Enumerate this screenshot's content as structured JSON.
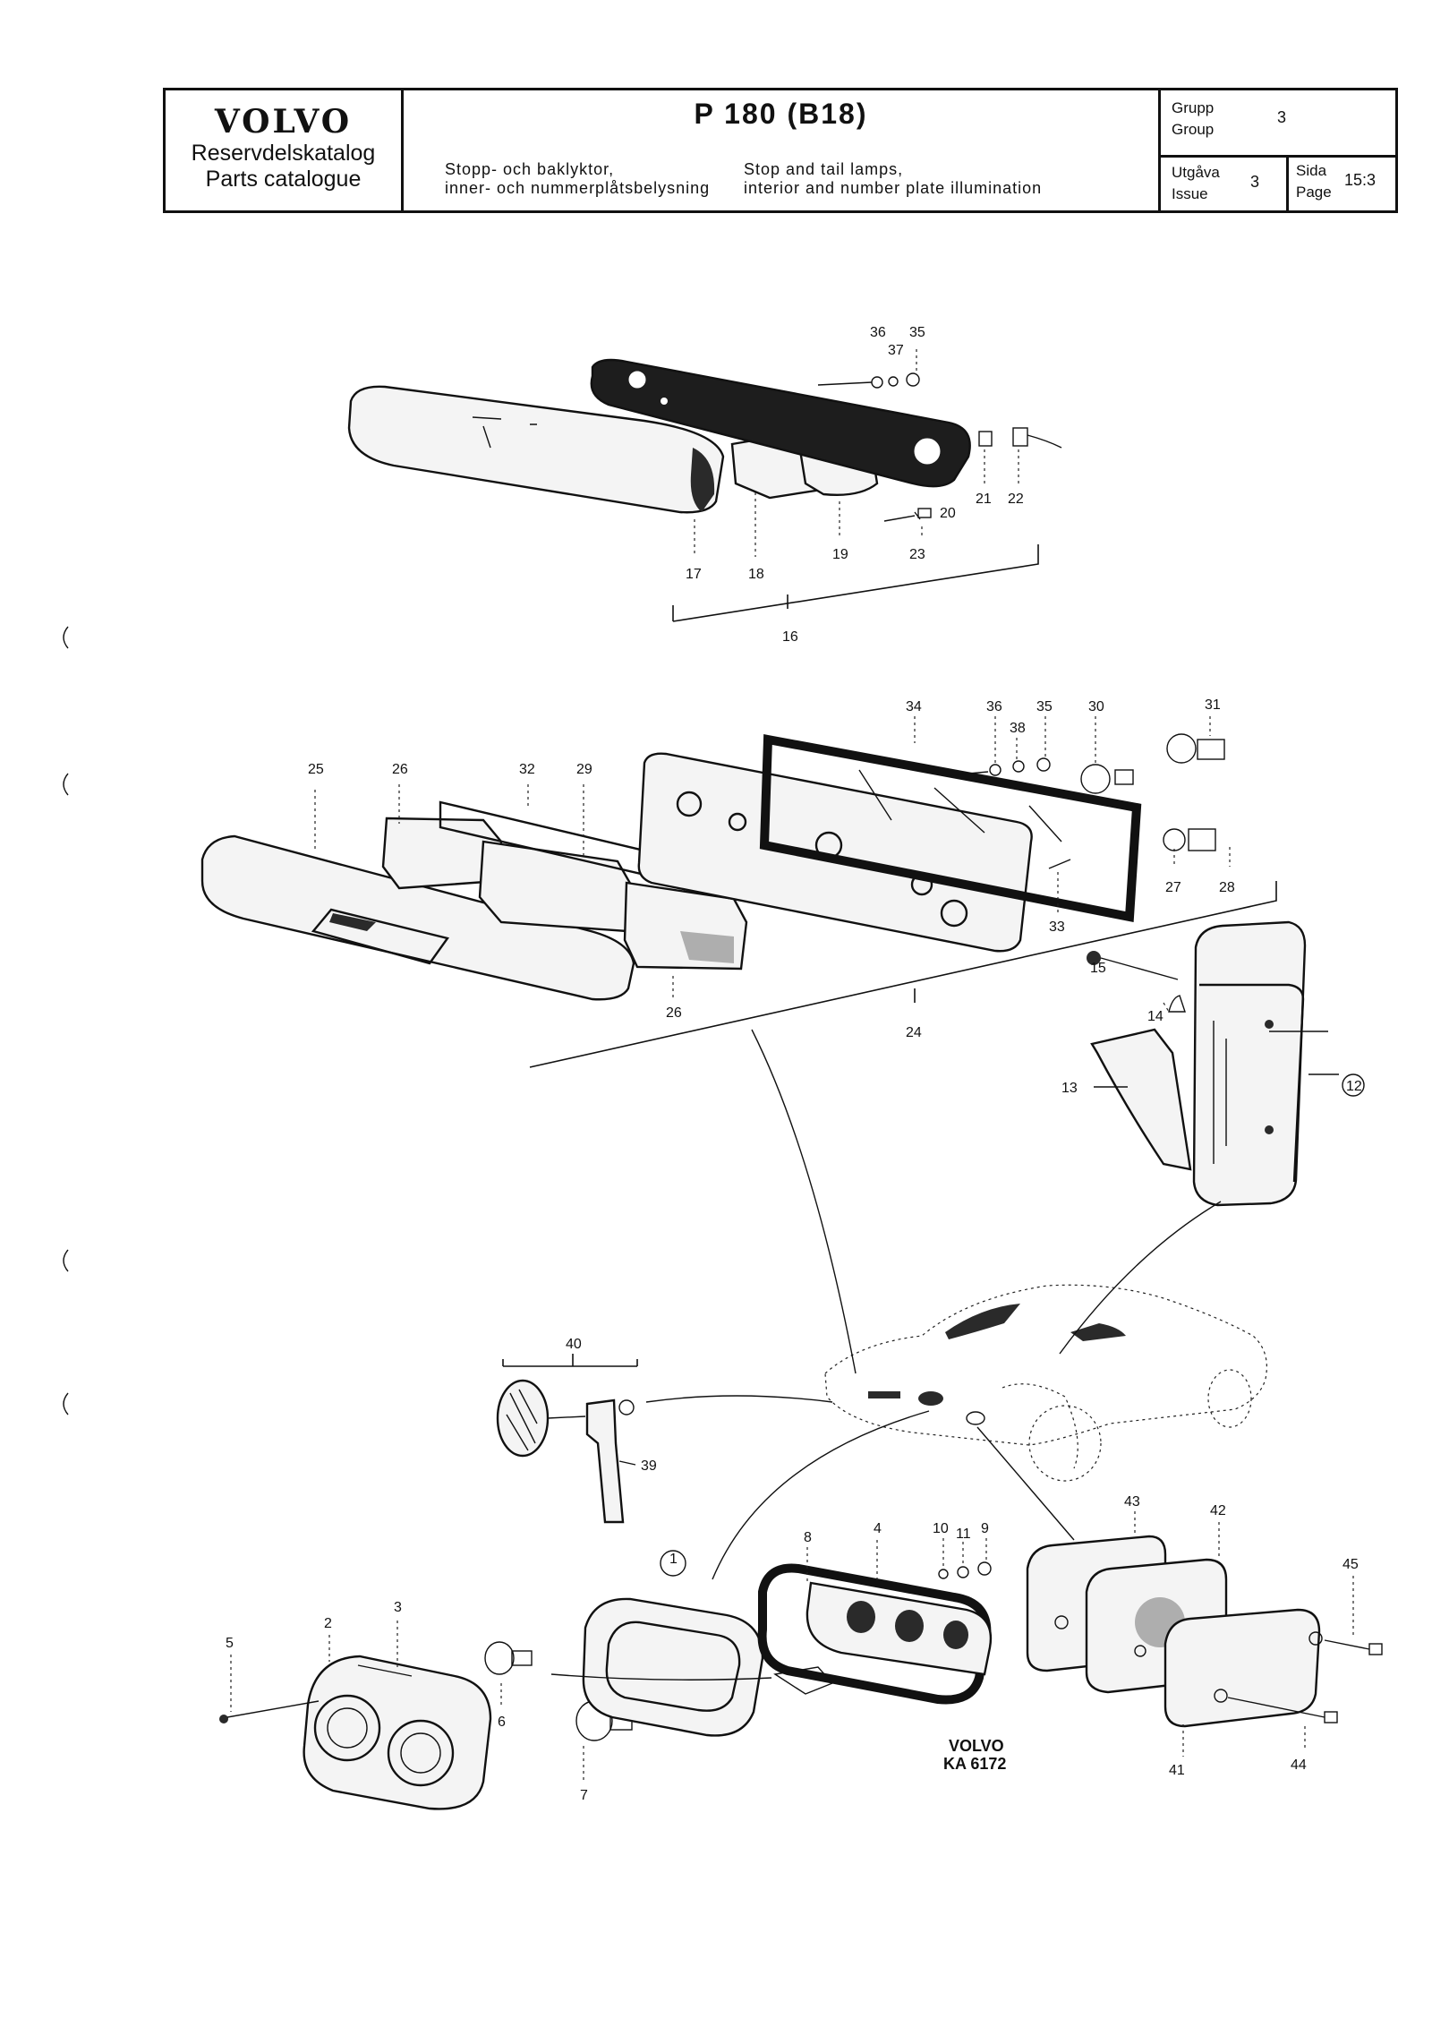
{
  "header": {
    "brand": "VOLVO",
    "catalog_sv": "Reservdelskatalog",
    "catalog_en": "Parts catalogue",
    "model": "P 180",
    "engine": "(B18)",
    "desc_sv_1": "Stopp- och baklyktor,",
    "desc_sv_2": "inner- och nummerplåtsbelysning",
    "desc_en_1": "Stop and tail lamps,",
    "desc_en_2": "interior and number plate illumination",
    "group_label_sv": "Grupp",
    "group_label_en": "Group",
    "group_value": "3",
    "issue_label_sv": "Utgåva",
    "issue_label_en": "Issue",
    "issue_value": "3",
    "page_label_sv": "Sida",
    "page_label_en": "Page",
    "page_value": "15:3"
  },
  "stamp": {
    "line1": "VOLVO",
    "line2": "KA 6172"
  },
  "callouts": {
    "c1": "1",
    "c2": "2",
    "c3": "3",
    "c4": "4",
    "c5": "5",
    "c6": "6",
    "c7": "7",
    "c8": "8",
    "c9": "9",
    "c10": "10",
    "c11": "11",
    "c12": "12",
    "c13": "13",
    "c14": "14",
    "c15": "15",
    "c16": "16",
    "c17": "17",
    "c18": "18",
    "c19": "19",
    "c20": "20",
    "c21": "21",
    "c22": "22",
    "c23": "23",
    "c24": "24",
    "c25": "25",
    "c26a": "26",
    "c26b": "26",
    "c27": "27",
    "c28": "28",
    "c29": "29",
    "c30": "30",
    "c31": "31",
    "c32": "32",
    "c33": "33",
    "c34": "34",
    "c35a": "35",
    "c35b": "35",
    "c36a": "36",
    "c36b": "36",
    "c37": "37",
    "c38": "38",
    "c39": "39",
    "c40": "40",
    "c41": "41",
    "c42": "42",
    "c43": "43",
    "c44": "44",
    "c45": "45"
  }
}
